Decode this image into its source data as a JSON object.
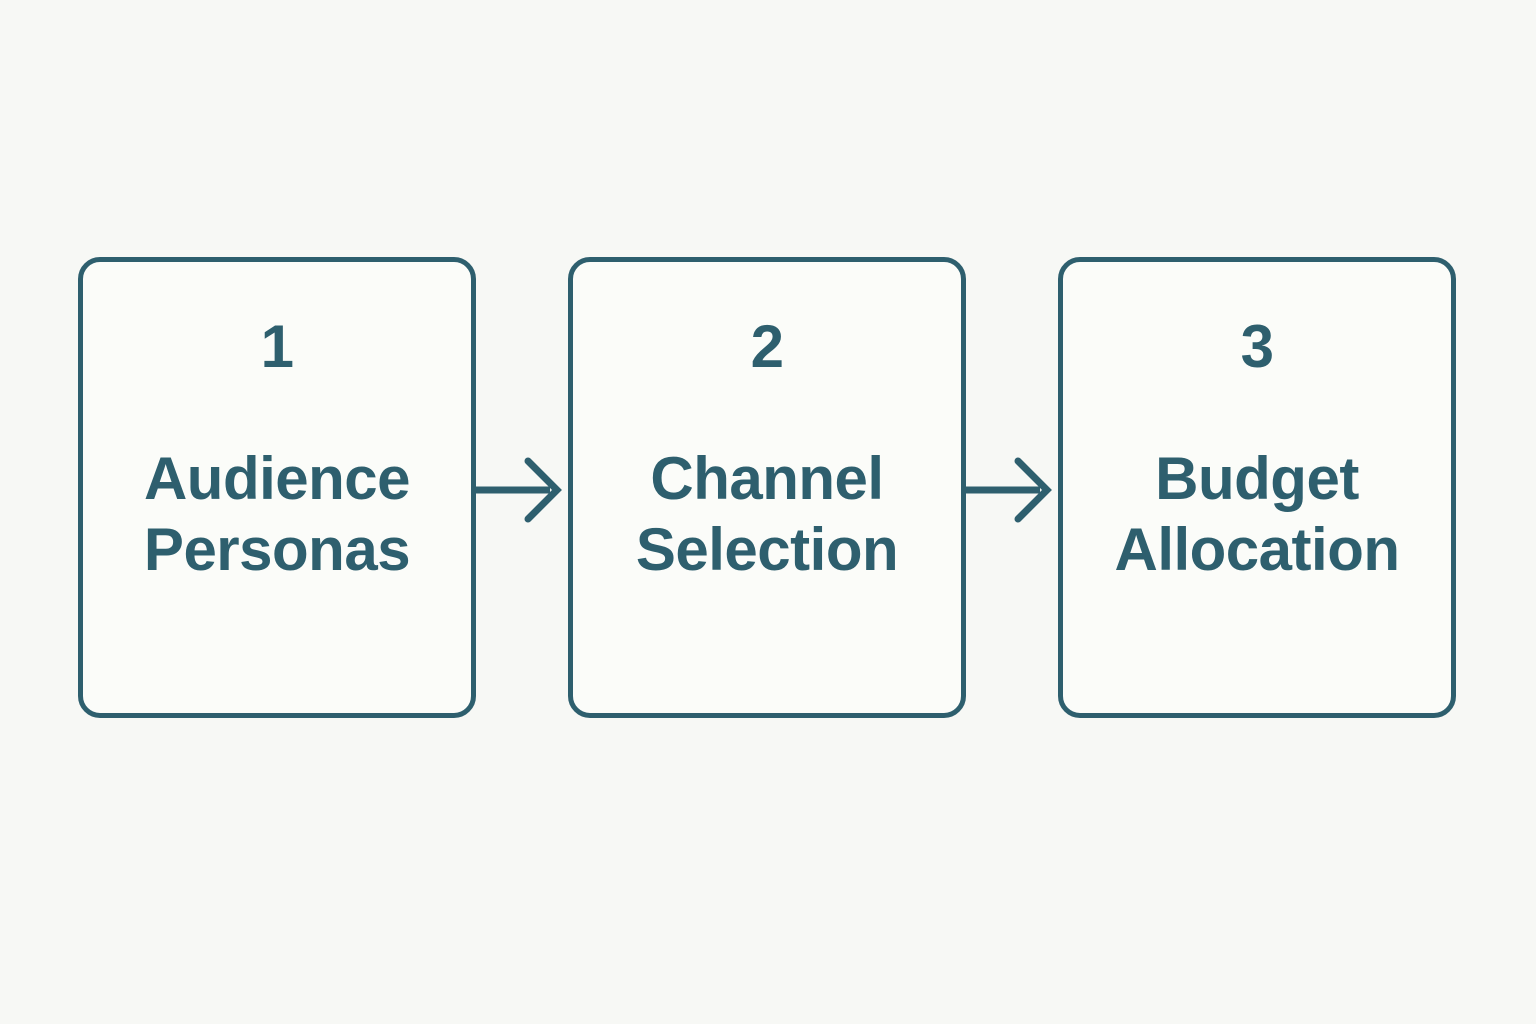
{
  "diagram": {
    "type": "flowchart",
    "direction": "left-to-right",
    "colors": {
      "accent": "#2e5f6e",
      "background": "#f7f8f5",
      "box_fill": "#fbfcf9"
    },
    "steps": [
      {
        "number": "1",
        "title": "Audience Personas",
        "lines": [
          "Audience",
          "Personas"
        ]
      },
      {
        "number": "2",
        "title": "Channel Selection",
        "lines": [
          "Channel",
          "Selection"
        ]
      },
      {
        "number": "3",
        "title": "Budget Allocation",
        "lines": [
          "Budget",
          "Allocation"
        ]
      }
    ],
    "connector": "arrow-right"
  }
}
